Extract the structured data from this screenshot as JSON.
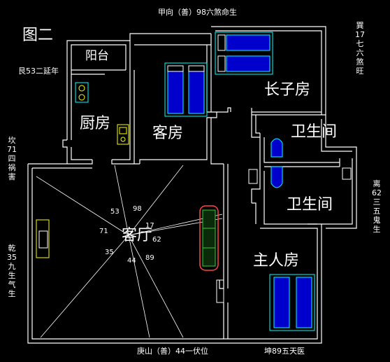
{
  "figure_label": "图二",
  "compass": {
    "top": "甲向（善）98六煞命生",
    "bottom_left": "庚山（善）44一伏位",
    "bottom_right": "坤89五天医",
    "left_top": "坎71四祸害",
    "left_bottom": "乾35九生气生",
    "right_top": "巽17七六煞旺",
    "right_bottom": "离62三五鬼生",
    "upper_left_note": "艮53二延年"
  },
  "rooms": {
    "balcony": "阳台",
    "kitchen": "厨房",
    "guest_room": "客房",
    "eldest_son_room": "长子房",
    "bathroom_1": "卫生间",
    "bathroom_2": "卫生间",
    "master_room": "主人房",
    "living_room": "客厅"
  },
  "sector_numbers": {
    "n53": "53",
    "n98": "98",
    "n71": "71",
    "n17": "17",
    "n62": "62",
    "n35": "35",
    "n44": "44",
    "n89": "89"
  },
  "colors": {
    "wall": "#ffffff",
    "furniture": "#00ffff",
    "bed_fill": "#0000ff",
    "sofa": "#ff4444",
    "plant": "#33cc33",
    "stove": "#ffff00"
  }
}
